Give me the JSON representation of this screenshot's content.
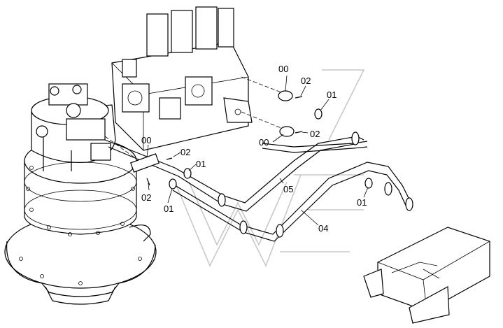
{
  "diagram": {
    "labels": [
      {
        "id": "lbl-00-top",
        "text": "00"
      },
      {
        "id": "lbl-02-top",
        "text": "02"
      },
      {
        "id": "lbl-01-top",
        "text": "01"
      },
      {
        "id": "lbl-02-mid",
        "text": "02"
      },
      {
        "id": "lbl-00-mid",
        "text": "00"
      },
      {
        "id": "lbl-00-left",
        "text": "00"
      },
      {
        "id": "lbl-02-left",
        "text": "02"
      },
      {
        "id": "lbl-01-left",
        "text": "01"
      },
      {
        "id": "lbl-02-bottom",
        "text": "02"
      },
      {
        "id": "lbl-01-bottom",
        "text": "01"
      },
      {
        "id": "lbl-05",
        "text": "05"
      },
      {
        "id": "lbl-01-right",
        "text": "01"
      },
      {
        "id": "lbl-04",
        "text": "04"
      }
    ]
  }
}
